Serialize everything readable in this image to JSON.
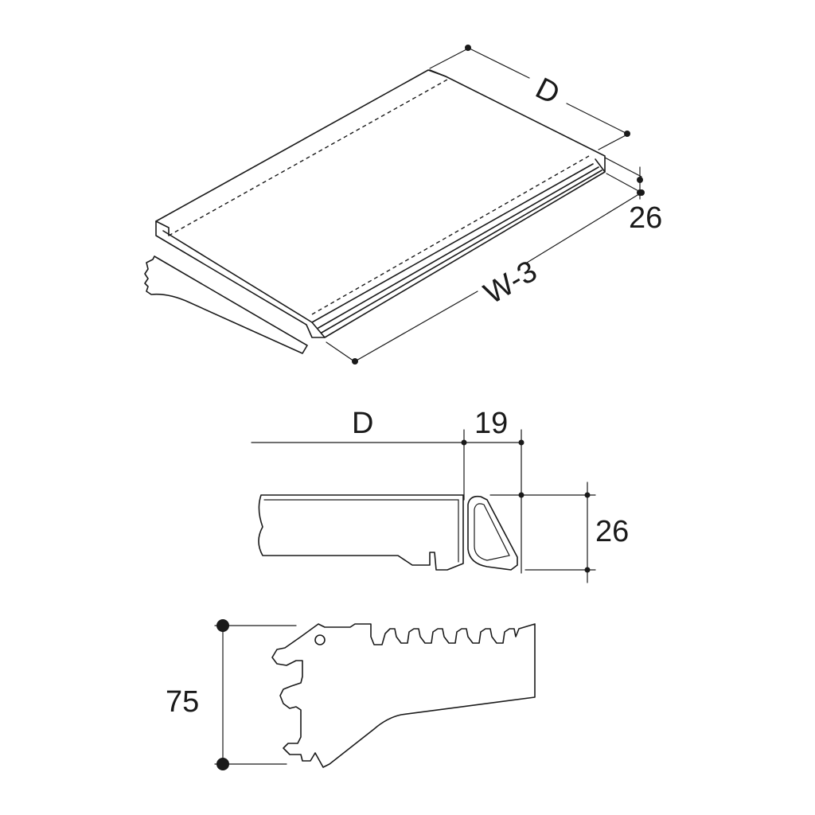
{
  "shelf_view": {
    "dim_depth": "D",
    "dim_width": "W-3",
    "dim_height": "26"
  },
  "section_view": {
    "dim_depth": "D",
    "dim_lip": "19",
    "dim_height": "26"
  },
  "bracket_view": {
    "dim_height": "75"
  }
}
